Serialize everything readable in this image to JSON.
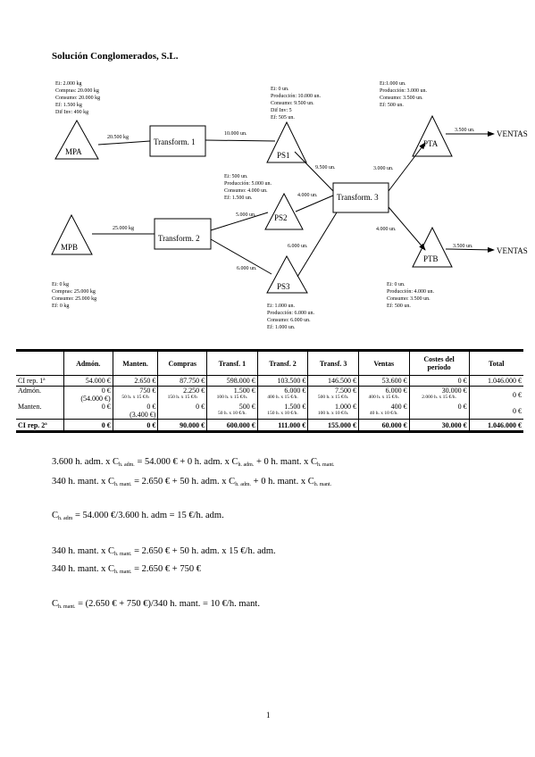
{
  "doc_title": "Solución Conglomerados, S.L.",
  "diagram": {
    "mpa": {
      "name": "MPA",
      "notes": [
        "Ei: 2.000 kg",
        "Compras: 20.000 kg",
        "Consumo: 20.000 kg",
        "Ef: 1.500 kg",
        "Dif Inv: 490 kg"
      ],
      "flow": "20.500 kg"
    },
    "mpb": {
      "name": "MPB",
      "notes": [
        "Ei: 0 kg",
        "Compras: 25.000 kg",
        "Consumo: 25.000 kg",
        "Ef: 0 kg"
      ],
      "flow": "25.000 kg"
    },
    "transf1": "Transform. 1",
    "transf2": "Transform. 2",
    "transf3": "Transform. 3",
    "flow_t1_ps1": "10.000 un.",
    "flow_ps1_t3": "9.500 un.",
    "flow_t2_ps2": "5.000 un.",
    "flow_t2_ps3": "6.000 un.",
    "flow_ps2_t3": "4.000 un.",
    "flow_ps3_t3": "6.000 un.",
    "flow_t3_pta": "3.000 un.",
    "flow_t3_ptb": "4.000 un.",
    "ps1": {
      "name": "PS1",
      "notes": [
        "Ei: 0 un.",
        "Producción: 10.000 un.",
        "Consumo: 9.500 un.",
        "Dif Inv: 5",
        "Ef: 505 un."
      ]
    },
    "ps2": {
      "name": "PS2",
      "notes": [
        "Ei: 500 un.",
        "Producción: 5.000 un.",
        "Consumo: 4.000 un.",
        "Ef: 1.500 un."
      ]
    },
    "ps3": {
      "name": "PS3",
      "notes": [
        "Ei: 1.000 un.",
        "Producción: 6.000 un.",
        "Consumo: 6.000 un.",
        "Ef: 1.000 un."
      ]
    },
    "pta": {
      "name": "PTA",
      "notes": [
        "Ei:1.000 un.",
        "Producción: 3.000 un.",
        "Consumo: 3.500 un.",
        "Ef: 500 un."
      ],
      "flow": "3.500 un."
    },
    "ptb": {
      "name": "PTB",
      "notes": [
        "Ei: 0 un.",
        "Producción: 4.000 un.",
        "Consumo: 3.500 un.",
        "Ef: 500 un."
      ],
      "flow": "3.500 un."
    },
    "ventas": "VENTAS"
  },
  "table": {
    "headers": [
      "",
      "Admón.",
      "Manten.",
      "Compras",
      "Transf. 1",
      "Transf. 2",
      "Transf. 3",
      "Ventas",
      "Costes del período",
      "Total"
    ],
    "row1": [
      "CI rep. 1ª",
      "54.000 €",
      "2.650 €",
      "87.750 €",
      "598.000 €",
      "103.500 €",
      "146.500 €",
      "53.600 €",
      "0 €",
      "1.046.000 €"
    ],
    "row2": [
      "Admón.",
      "0 €",
      "750 €",
      "2.250 €",
      "1.500 €",
      "6.000 €",
      "7.500 €",
      "6.000 €",
      "30.000 €",
      "0 €"
    ],
    "row2_sub": [
      "(54.000 €)",
      "50 h. x 15 €/h",
      "150 h. x 15 €/h",
      "100 h. x 15 €/h.",
      "400 h. x 15 €/h.",
      "500 h. x 15 €/h.",
      "400 h. x 15 €/h.",
      "2.000 h. x 15 €/h."
    ],
    "row3": [
      "Manten.",
      "0 €",
      "0 €",
      "0 €",
      "500 €",
      "1.500 €",
      "1.000 €",
      "400 €",
      "0 €",
      "0 €"
    ],
    "row3_sub": [
      "",
      "(3.400 €)",
      "",
      "50 h. x 10 €/h.",
      "150 h. x 10 €/h.",
      "100 h. x 10 €/h.",
      "40 h. x 10 €/h.",
      ""
    ],
    "row4": [
      "CI rep. 2ª",
      "0 €",
      "0 €",
      "90.000 €",
      "600.000 €",
      "111.000 €",
      "155.000 €",
      "60.000 €",
      "30.000 €",
      "1.046.000 €"
    ]
  },
  "equations": {
    "eq1": {
      "a": "3.600 h. adm. x C",
      "s1": "h. adm.",
      "b": " = 54.000 € + 0 h. adm. x C",
      "s2": "h. adm.",
      "c": " + 0 h. mant. x C",
      "s3": "h. mant."
    },
    "eq2": {
      "a": "340 h. mant. x C",
      "s1": "h. mant.",
      "b": " = 2.650 € + 50 h. adm. x C",
      "s2": "h. adm.",
      "c": " + 0 h. mant. x C",
      "s3": "h. mant."
    },
    "eq3": {
      "a": "C",
      "s1": "h. adm",
      "b": " = 54.000 €/3.600 h. adm = 15 €/h. adm."
    },
    "eq4": {
      "a": "340 h. mant. x C",
      "s1": "h. mant.",
      "b": " = 2.650 € + 50 h. adm. x 15 €/h. adm."
    },
    "eq5": {
      "a": "340 h. mant. x C",
      "s1": "h. mant.",
      "b": " = 2.650 € + 750 €"
    },
    "eq6": {
      "a": "C",
      "s1": "h. mant.",
      "b": " = (2.650 € + 750 €)/340 h. mant. = 10 €/h. mant."
    }
  },
  "page_number": "1"
}
